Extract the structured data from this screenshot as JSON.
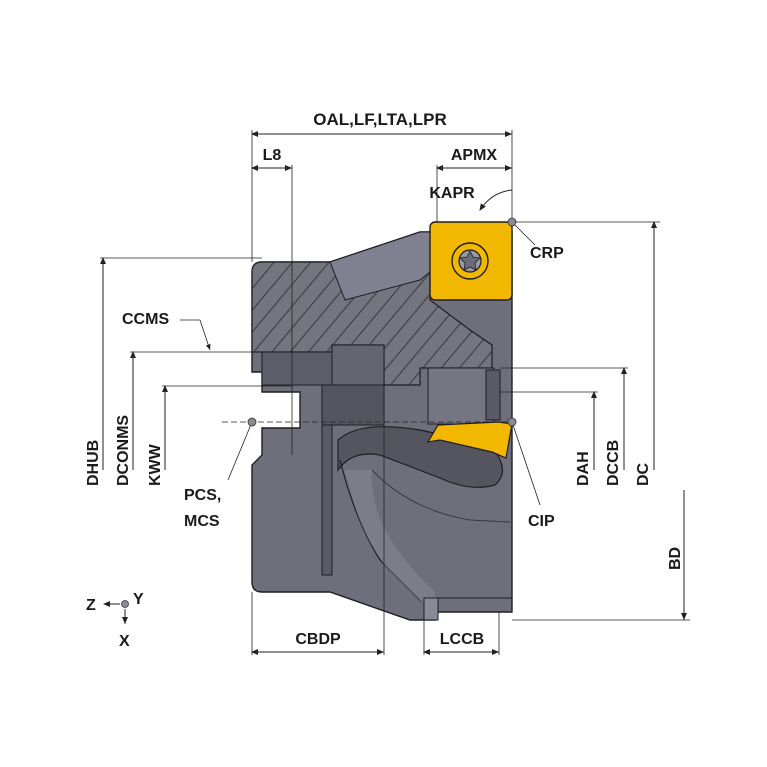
{
  "diagram": {
    "labels": {
      "oal": "OAL,LF,LTA,LPR",
      "l8": "L8",
      "apmx": "APMX",
      "kapr": "KAPR",
      "crp": "CRP",
      "ccms": "CCMS",
      "dhub": "DHUB",
      "dconms": "DCONMS",
      "kww": "KWW",
      "pcs": "PCS,",
      "mcs": "MCS",
      "dah": "DAH",
      "dccb": "DCCB",
      "dc": "DC",
      "cip": "CIP",
      "bd": "BD",
      "cbdp": "CBDP",
      "lccb": "LCCB"
    },
    "axes": {
      "z": "Z",
      "y": "Y",
      "x": "X"
    },
    "colors": {
      "body": "#6f6f7c",
      "body_dark": "#4e4e5a",
      "body_light": "#8c8c99",
      "insert": "#f2b800",
      "outline": "#1e1e24"
    }
  }
}
